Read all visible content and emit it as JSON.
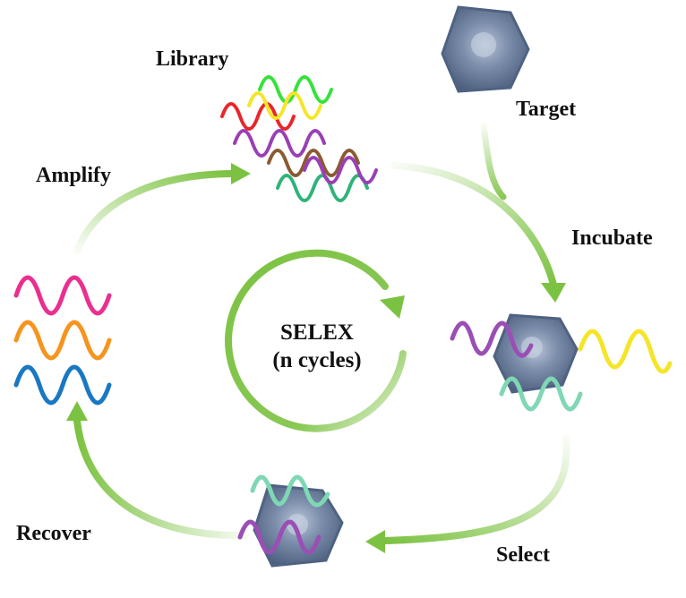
{
  "labels": {
    "library": "Library",
    "target": "Target",
    "incubate": "Incubate",
    "select": "Select",
    "recover": "Recover",
    "amplify": "Amplify"
  },
  "center": {
    "line1": "SELEX",
    "line2": "(n cycles)"
  },
  "colors": {
    "arrow_green": "#7cc242",
    "target_blue": "#5a6f8e",
    "strand_red": "#e8262a",
    "strand_yellow": "#f5e52a",
    "strand_green": "#36e23a",
    "strand_purple": "#9a3fb5",
    "strand_brown": "#8b5a32",
    "strand_teal": "#2fb37a",
    "strand_pink": "#ea2f8f",
    "strand_orange": "#f5951f",
    "strand_blue": "#1a78c2",
    "strand_mint": "#7fd7b4"
  },
  "icons": [
    "target-molecule-icon",
    "aptamer-strand-icon",
    "cycle-arrow-icon"
  ]
}
